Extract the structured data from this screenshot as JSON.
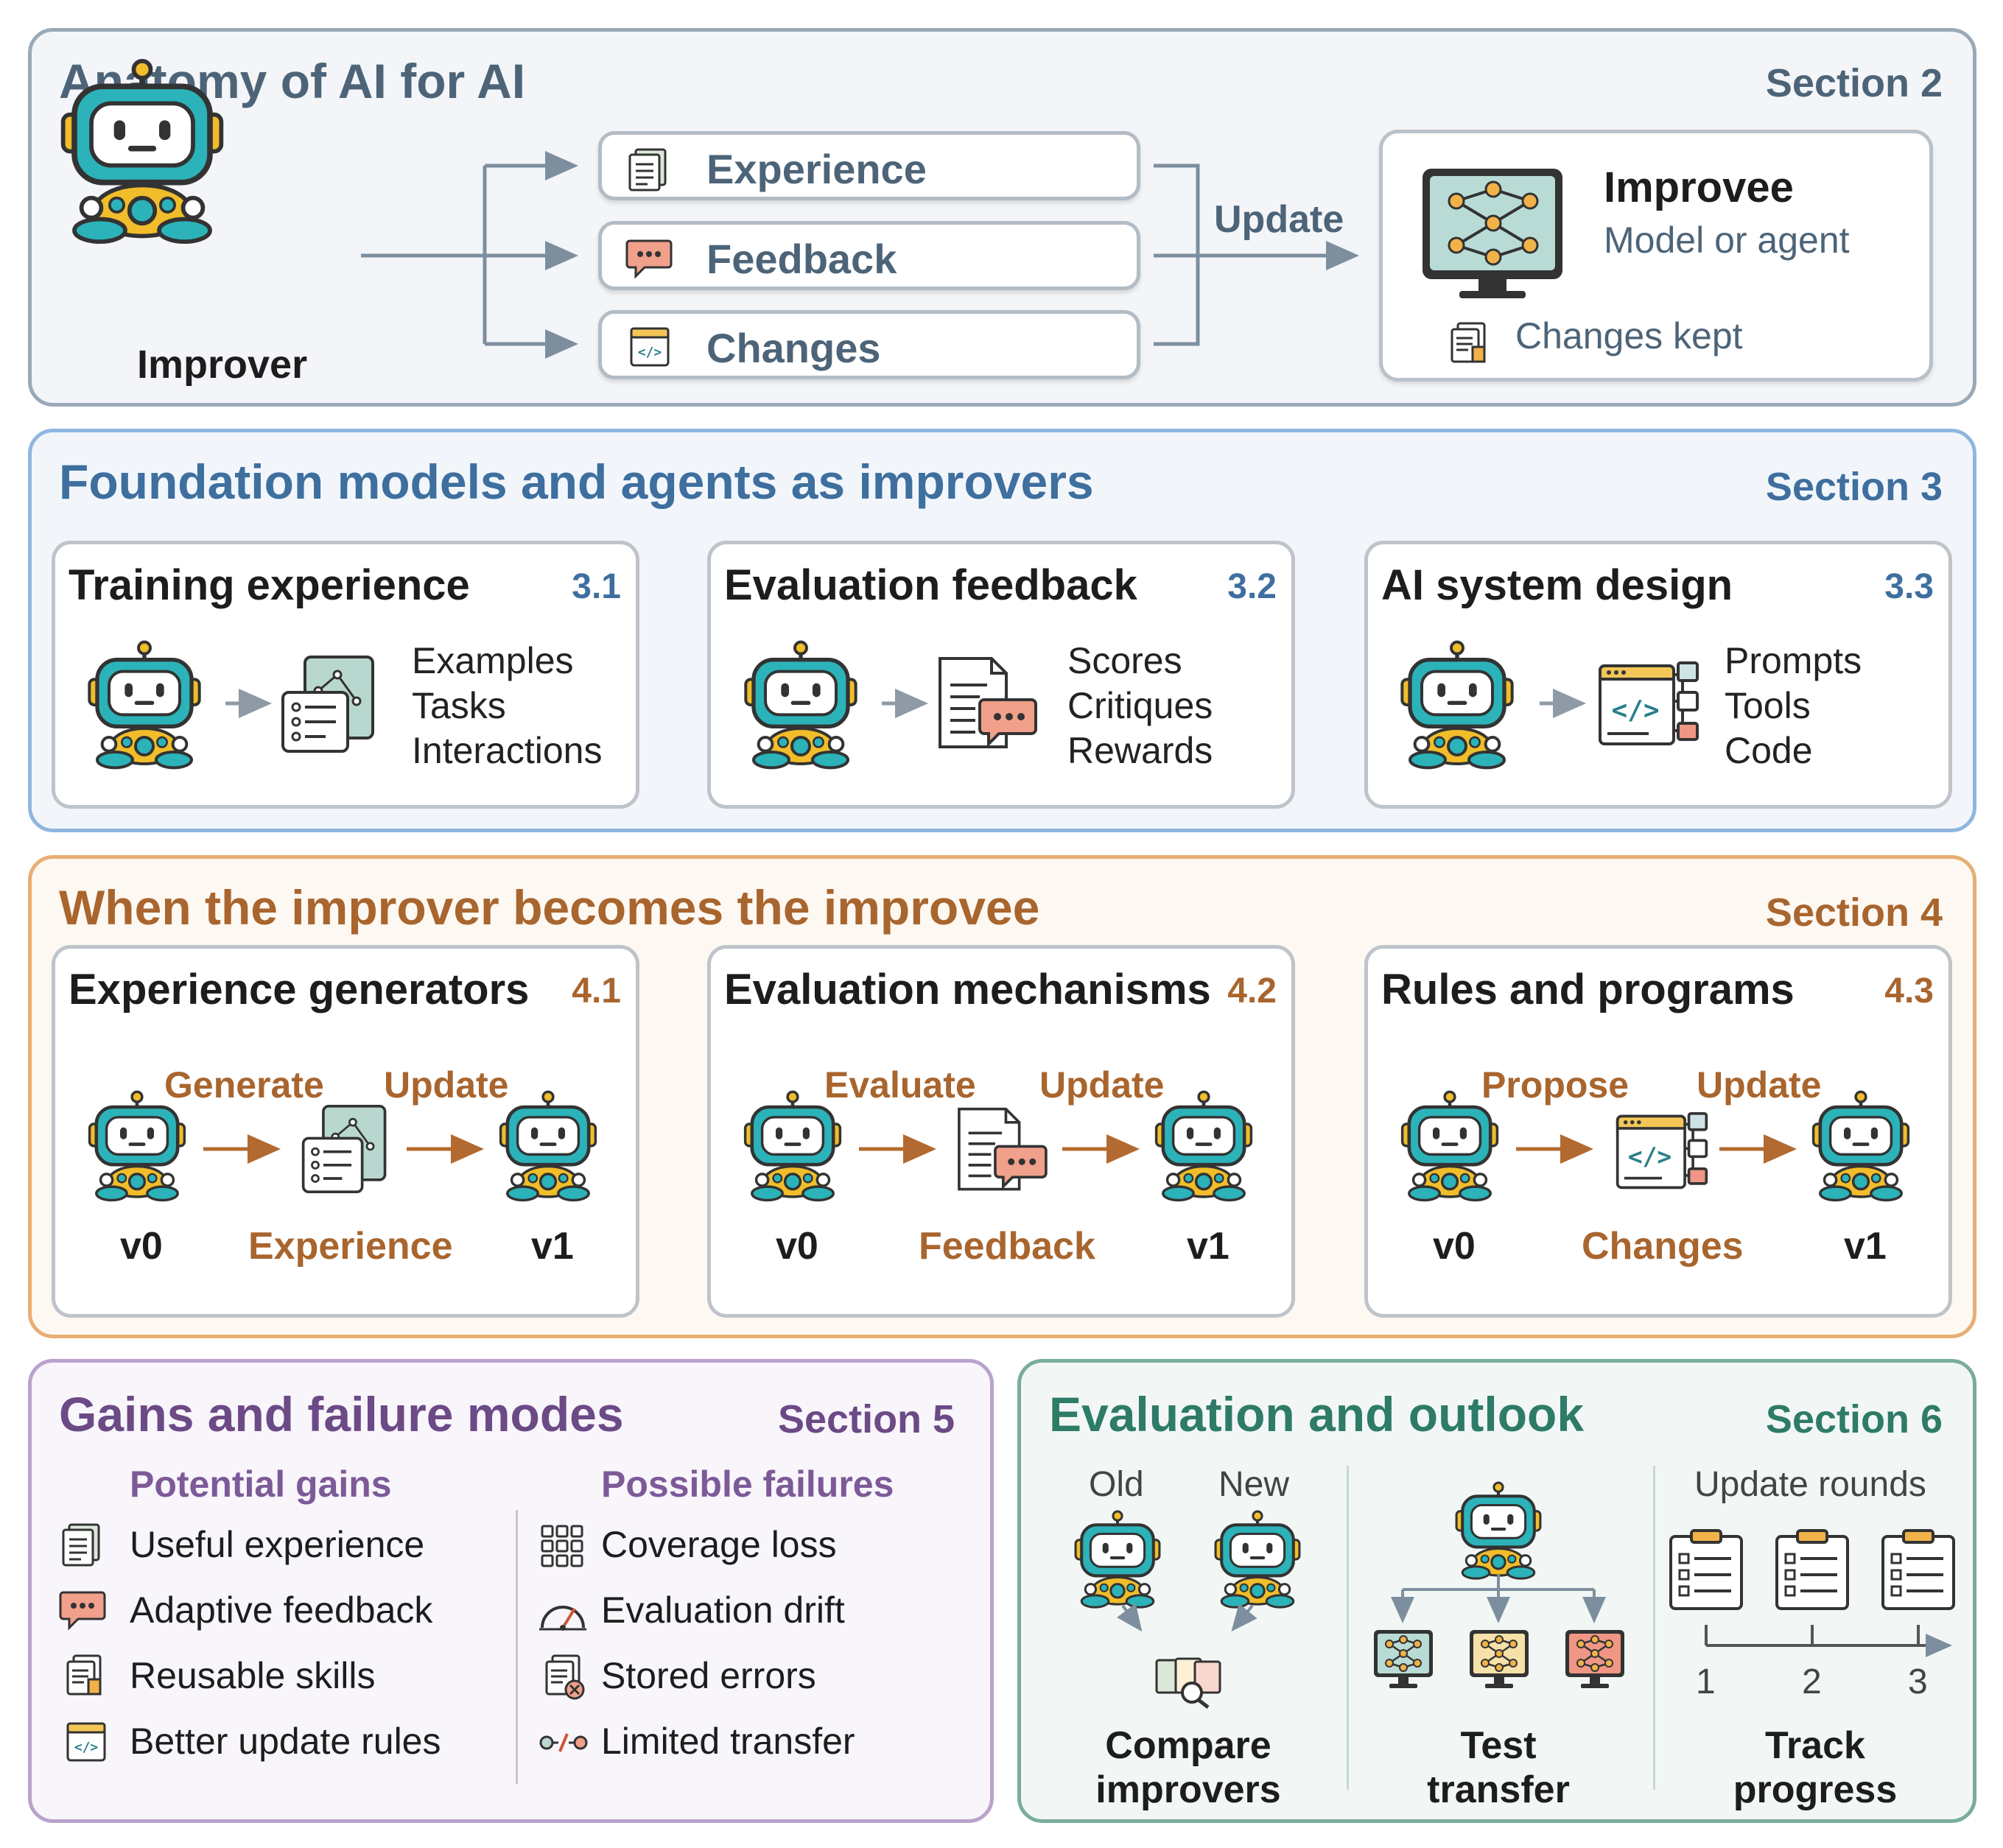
{
  "colors": {
    "slate": "#4d6478",
    "blue": "#3e6f9e",
    "orange": "#a9652e",
    "purple": "#6b4a86",
    "teal": "#2e7b67",
    "robot_teal": "#2bb3b9",
    "robot_yellow": "#f1bd2a",
    "arrow_orange": "#b36a30"
  },
  "anatomy": {
    "title": "Anatomy of AI for AI",
    "section": "Section 2",
    "improver_label": "Improver",
    "pills": [
      "Experience",
      "Feedback",
      "Changes"
    ],
    "update_label": "Update",
    "improvee_title": "Improvee",
    "improvee_subtitle": "Model or agent",
    "changes_kept": "Changes kept"
  },
  "foundation": {
    "title": "Foundation models and agents as improvers",
    "section": "Section 3",
    "cards": [
      {
        "title": "Training experience",
        "num": "3.1",
        "items": [
          "Examples",
          "Tasks",
          "Interactions"
        ]
      },
      {
        "title": "Evaluation feedback",
        "num": "3.2",
        "items": [
          "Scores",
          "Critiques",
          "Rewards"
        ]
      },
      {
        "title": "AI system design",
        "num": "3.3",
        "items": [
          "Prompts",
          "Tools",
          "Code"
        ]
      }
    ]
  },
  "improvee": {
    "title": "When the improver becomes the improvee",
    "section": "Section 4",
    "cards": [
      {
        "title": "Experience generators",
        "num": "4.1",
        "verb": "Generate",
        "update": "Update",
        "v0": "v0",
        "middle": "Experience",
        "v1": "v1"
      },
      {
        "title": "Evaluation mechanisms",
        "num": "4.2",
        "verb": "Evaluate",
        "update": "Update",
        "v0": "v0",
        "middle": "Feedback",
        "v1": "v1"
      },
      {
        "title": "Rules and programs",
        "num": "4.3",
        "verb": "Propose",
        "update": "Update",
        "v0": "v0",
        "middle": "Changes",
        "v1": "v1"
      }
    ]
  },
  "gains": {
    "title": "Gains and failure modes",
    "section": "Section 5",
    "gains_header": "Potential gains",
    "failures_header": "Possible failures",
    "gains": [
      {
        "label": "Useful experience",
        "icon": "document-stack-icon"
      },
      {
        "label": "Adaptive feedback",
        "icon": "speech-bubble-icon"
      },
      {
        "label": "Reusable skills",
        "icon": "files-icon"
      },
      {
        "label": "Better update rules",
        "icon": "code-window-icon"
      }
    ],
    "failures": [
      {
        "label": "Coverage loss",
        "icon": "grid-icon"
      },
      {
        "label": "Evaluation drift",
        "icon": "gauge-icon"
      },
      {
        "label": "Stored errors",
        "icon": "file-error-icon"
      },
      {
        "label": "Limited transfer",
        "icon": "broken-link-icon"
      }
    ]
  },
  "outlook": {
    "title": "Evaluation and outlook",
    "section": "Section 6",
    "old_label": "Old",
    "new_label": "New",
    "compare_label": [
      "Compare",
      "improvers"
    ],
    "test_label": [
      "Test",
      "transfer"
    ],
    "rounds_label": "Update rounds",
    "round_numbers": [
      "1",
      "2",
      "3"
    ],
    "track_label": [
      "Track",
      "progress"
    ]
  }
}
